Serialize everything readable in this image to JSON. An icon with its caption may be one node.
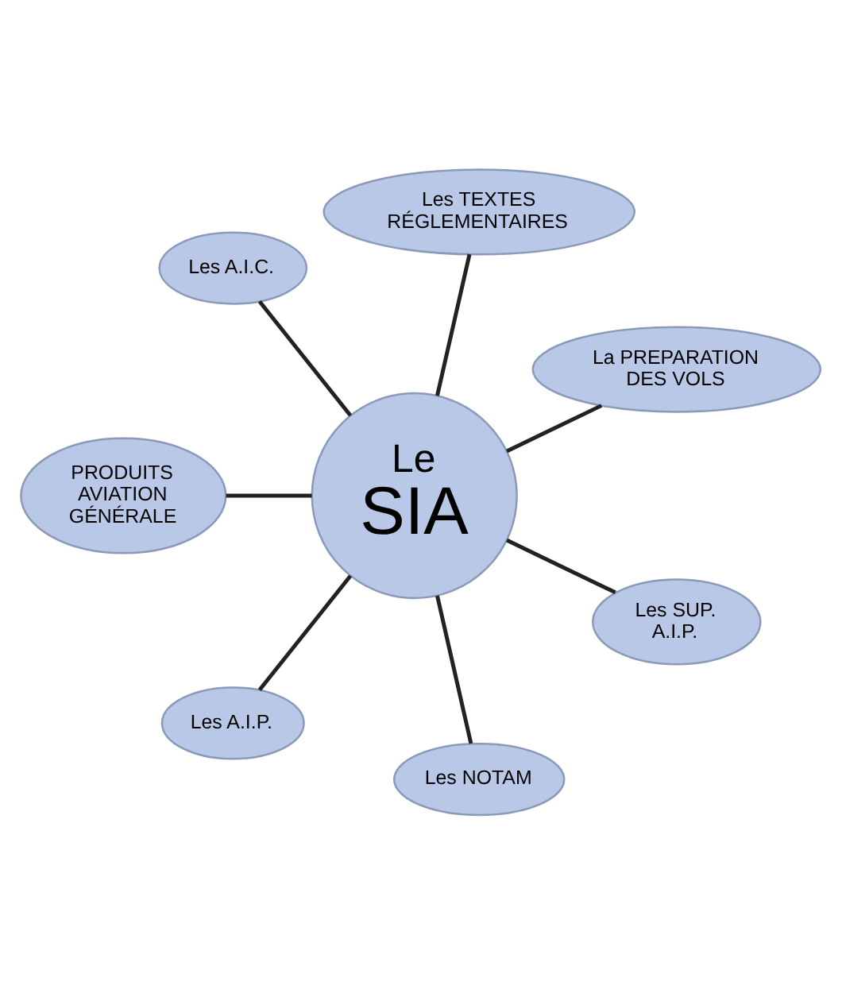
{
  "diagram": {
    "nodes": [
      {
        "text": [
          "La PREPARATION DES VOLS"
        ]
      },
      {
        "text": [
          "Les TEXTES RÉGLEMENTAIRES"
        ]
      },
      {
        "text": [
          "Les A.I.C."
        ]
      },
      {
        "text": [
          "Le",
          "SIA"
        ]
      },
      {
        "text": [
          "PRODUITS AVIATION GÉNÉRALE"
        ]
      },
      {
        "text": [
          "Les A.I.P."
        ]
      },
      {
        "text": [
          "Les NOTAM"
        ]
      },
      {
        "text": [
          "Les SUP. A.I.P."
        ]
      }
    ],
    "edges": [
      {
        "from": 3,
        "to": 1,
        "arrow": "none"
      },
      {
        "from": 3,
        "to": 4,
        "arrow": "none"
      },
      {
        "from": 3,
        "to": 6,
        "arrow": "none"
      },
      {
        "from": 3,
        "to": 7,
        "arrow": "none"
      },
      {
        "from": 3,
        "to": 5,
        "arrow": "none"
      },
      {
        "from": 3,
        "to": 2,
        "arrow": "none"
      },
      {
        "from": 3,
        "to": 0,
        "arrow": "none"
      }
    ]
  }
}
